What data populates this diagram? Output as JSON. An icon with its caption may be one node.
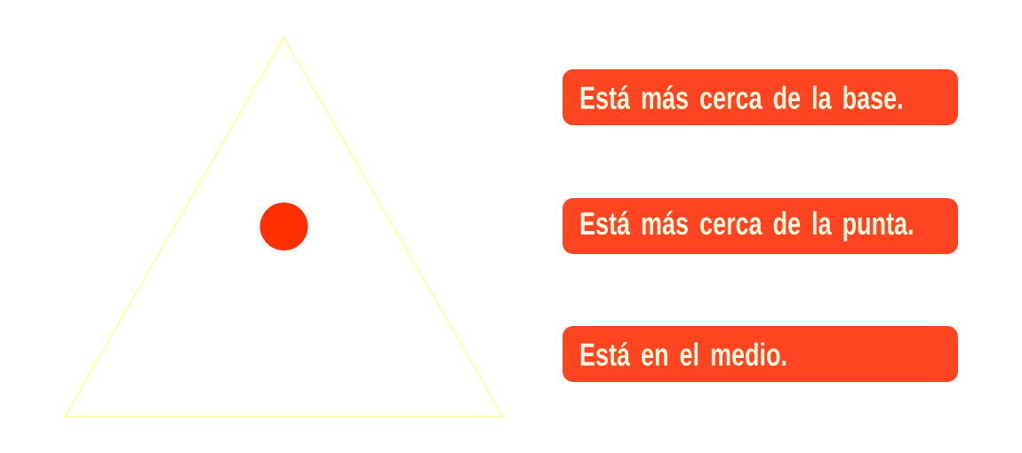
{
  "diagram": {
    "nodes": [
      {
        "text": [],
        "shape": "triangle"
      },
      {
        "text": [],
        "shape": "circle",
        "in": 0
      },
      {
        "text": [
          "Está más cerca de la base."
        ]
      },
      {
        "text": [
          "Está más cerca de la punta."
        ]
      },
      {
        "text": [
          "Está en el medio."
        ]
      }
    ]
  }
}
